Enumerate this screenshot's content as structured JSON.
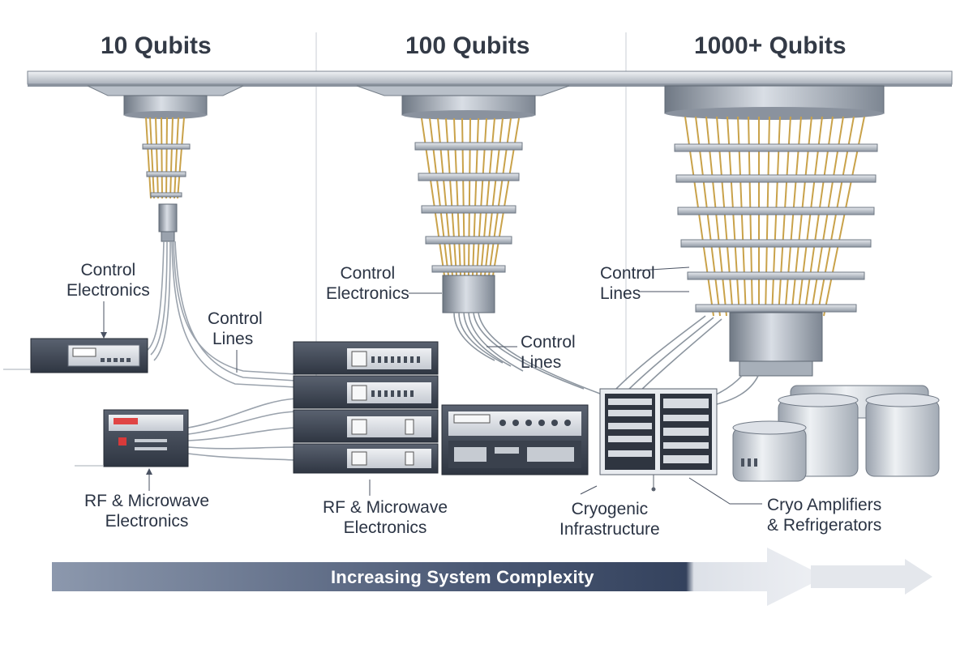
{
  "headers": {
    "col1": "10 Qubits",
    "col2": "100 Qubits",
    "col3": "1000+ Qubits"
  },
  "labels": {
    "control_electronics_1": [
      "Control",
      "Electronics"
    ],
    "control_lines_1": [
      "Control",
      "Lines"
    ],
    "control_electronics_2": [
      "Control",
      "Electronics"
    ],
    "control_lines_2": [
      "Control",
      "Lines"
    ],
    "control_lines_3": [
      "Control",
      "Lines"
    ],
    "rf_microwave_1": [
      "RF & Microwave",
      "Electronics"
    ],
    "rf_microwave_2": [
      "RF & Microwave",
      "Electronics"
    ],
    "cryogenic": [
      "Cryogenic",
      "Infrastructure"
    ],
    "cryo_amplifiers": [
      "Cryo Amplifiers",
      "& Refrigerators"
    ]
  },
  "arrow": {
    "label": "Increasing System Complexity"
  },
  "colors": {
    "text": "#2b3444",
    "steel": "#8e97a3",
    "wire_gold": "#c9a24a",
    "rack_dark": "#3b4350",
    "arrow_dark": "#3d4b66",
    "arrow_light": "#dfe3ea"
  }
}
